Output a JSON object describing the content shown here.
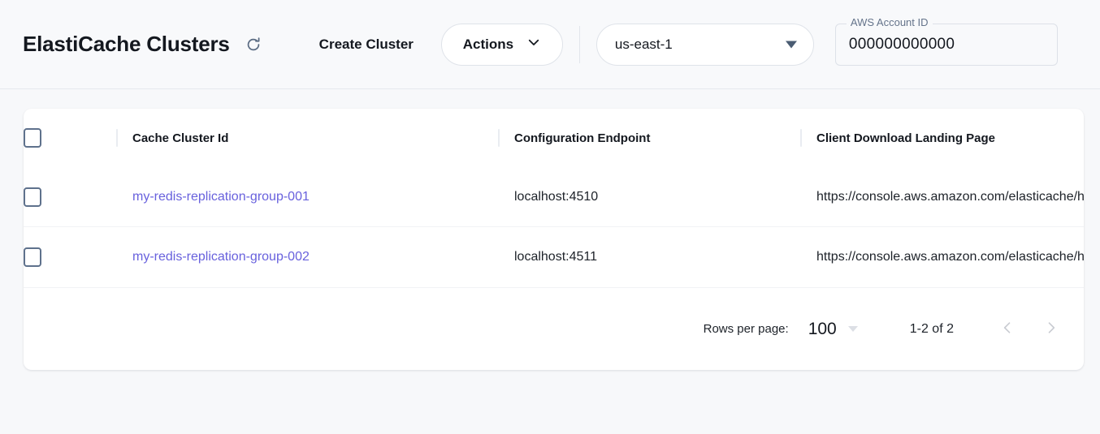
{
  "header": {
    "title": "ElastiCache Clusters",
    "refresh_icon": "refresh-icon",
    "create_cluster_label": "Create Cluster",
    "actions_label": "Actions",
    "actions_caret_icon": "chevron-down-icon",
    "region": {
      "value": "us-east-1",
      "caret_icon": "caret-down-icon"
    },
    "account": {
      "legend": "AWS Account ID",
      "value": "000000000000"
    }
  },
  "table": {
    "columns": [
      "Cache Cluster Id",
      "Configuration Endpoint",
      "Client Download Landing Page"
    ],
    "rows": [
      {
        "cluster_id": "my-redis-replication-group-001",
        "endpoint": "localhost:4510",
        "landing_page": "https://console.aws.amazon.com/elasticache/home"
      },
      {
        "cluster_id": "my-redis-replication-group-002",
        "endpoint": "localhost:4511",
        "landing_page": "https://console.aws.amazon.com/elasticache/home"
      }
    ]
  },
  "footer": {
    "rows_per_page_label": "Rows per page:",
    "rows_per_page_value": "100",
    "range_label": "1-2 of 2",
    "prev_icon": "chevron-left-icon",
    "next_icon": "chevron-right-icon"
  },
  "colors": {
    "link": "#6861dd",
    "page_background": "#f7f8fa",
    "card_background": "#ffffff",
    "checkbox_border": "#5e718c"
  }
}
